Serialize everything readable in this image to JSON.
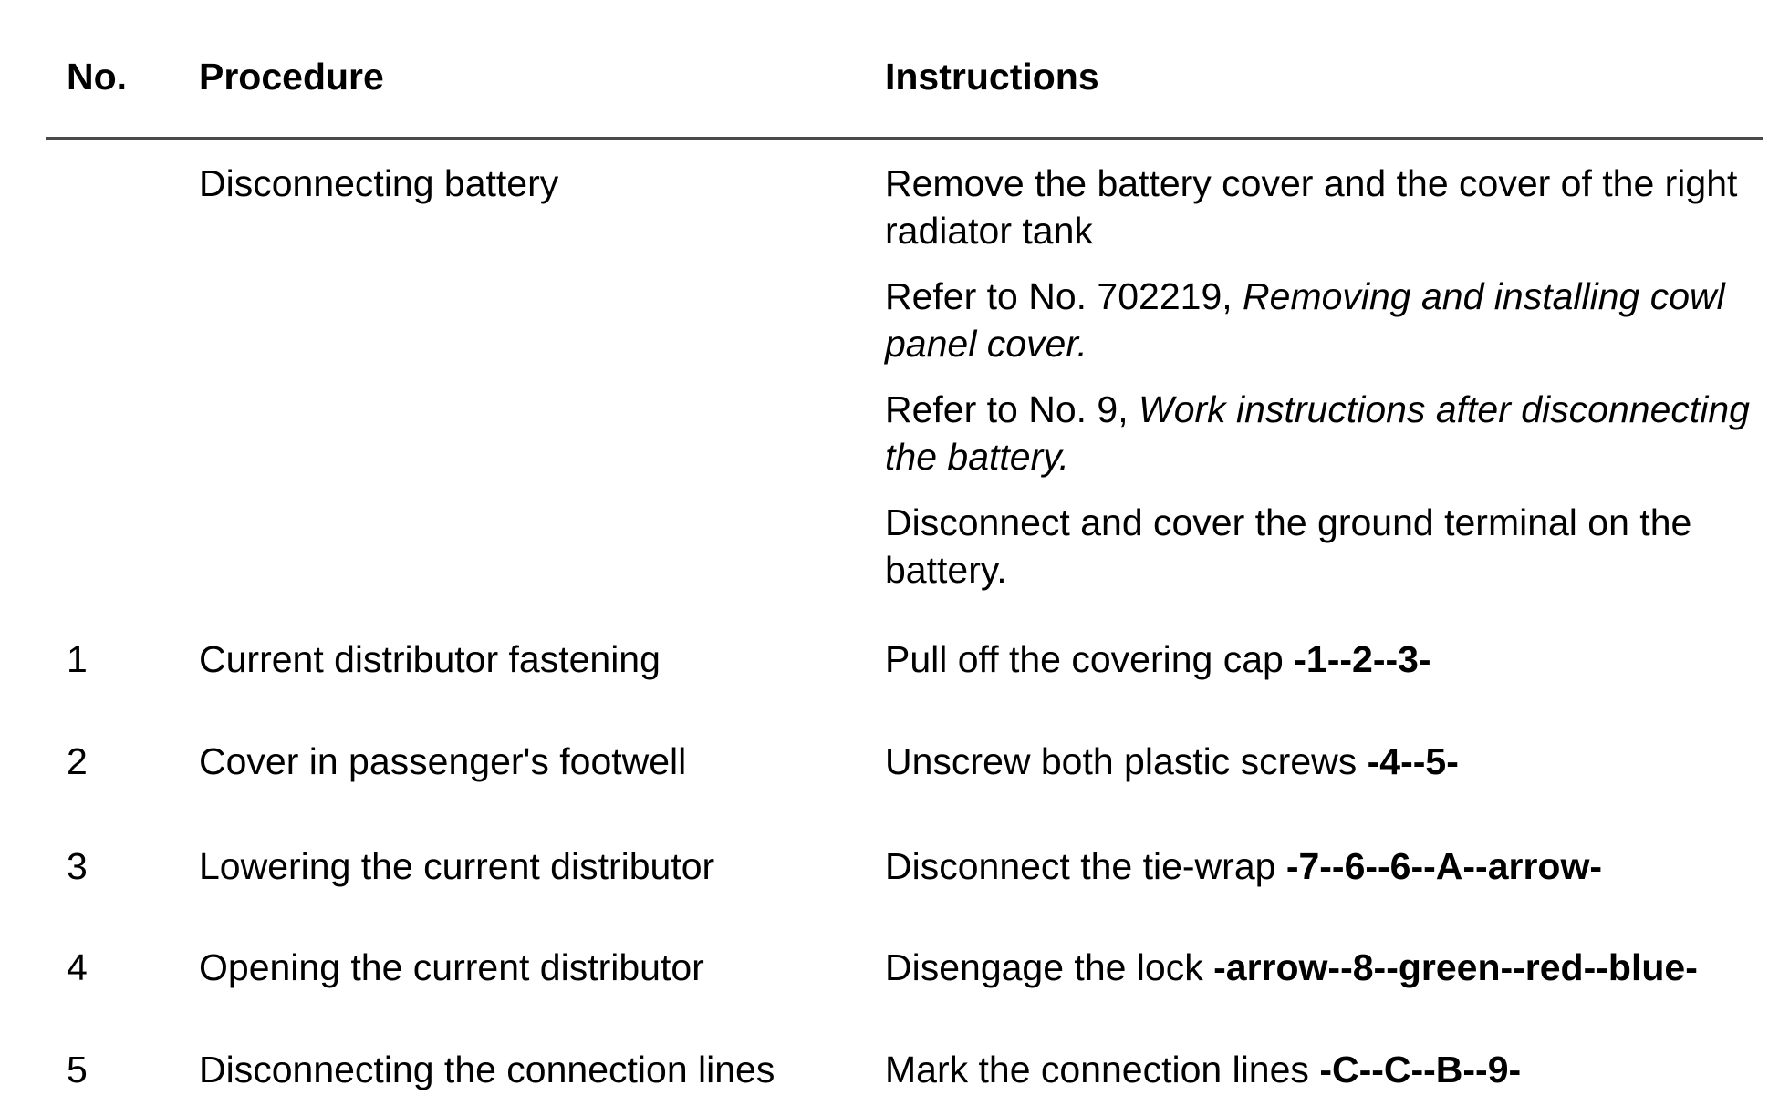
{
  "colors": {
    "background": "#ffffff",
    "text": "#000000",
    "divider": "#4a4a4a"
  },
  "table": {
    "header": {
      "no": "No.",
      "procedure": "Procedure",
      "instructions": "Instructions"
    },
    "rows": [
      {
        "no": "",
        "procedure": "Disconnecting battery",
        "instructions": [
          [
            {
              "text": "Remove the battery cover and the cover of the right radiator tank",
              "style": "normal"
            }
          ],
          [
            {
              "text": "Refer to No. 702219, ",
              "style": "normal"
            },
            {
              "text": "Removing and installing cowl panel cover.",
              "style": "italic"
            }
          ],
          [
            {
              "text": "Refer to No. 9, ",
              "style": "normal"
            },
            {
              "text": "Work instructions after disconnecting the battery.",
              "style": "italic"
            }
          ],
          [
            {
              "text": "Disconnect and cover the ground terminal on the battery.",
              "style": "normal"
            }
          ]
        ]
      },
      {
        "no": "1",
        "procedure": "Current distributor fastening",
        "instructions": [
          [
            {
              "text": "Pull off the covering cap ",
              "style": "normal"
            },
            {
              "text": "-1--2--3-",
              "style": "bold"
            }
          ]
        ]
      },
      {
        "no": "2",
        "procedure": "Cover in passenger's footwell",
        "instructions": [
          [
            {
              "text": "Unscrew both plastic screws ",
              "style": "normal"
            },
            {
              "text": "-4--5-",
              "style": "bold"
            }
          ]
        ]
      },
      {
        "no": "3",
        "procedure": "Lowering the current distributor",
        "instructions": [
          [
            {
              "text": "Disconnect the tie-wrap ",
              "style": "normal"
            },
            {
              "text": "-7--6--6--A--arrow-",
              "style": "bold"
            }
          ]
        ]
      },
      {
        "no": "4",
        "procedure": "Opening the current distributor",
        "instructions": [
          [
            {
              "text": "Disengage the lock ",
              "style": "normal"
            },
            {
              "text": "-arrow--8--green--red--blue-",
              "style": "bold"
            }
          ]
        ]
      },
      {
        "no": "5",
        "procedure": "Disconnecting the connection lines",
        "instructions": [
          [
            {
              "text": "Mark the connection lines ",
              "style": "normal"
            },
            {
              "text": "-C--C--B--9-",
              "style": "bold"
            }
          ]
        ]
      }
    ]
  }
}
